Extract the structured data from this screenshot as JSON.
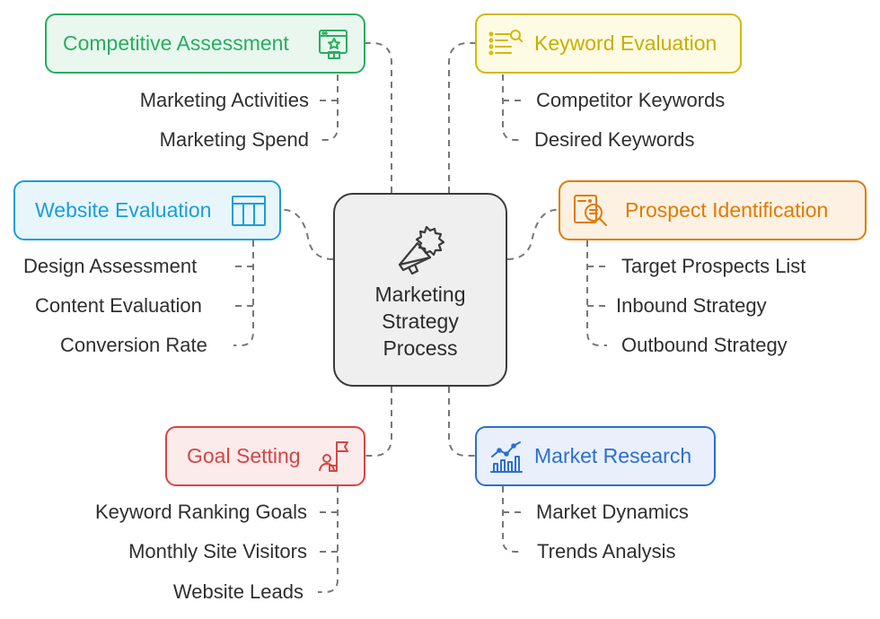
{
  "center": {
    "title_lines": [
      "Marketing",
      "Strategy",
      "Process"
    ],
    "icon": "megaphone-icon"
  },
  "colors": {
    "competitive": "#27ae60",
    "keyword": "#d4b800",
    "website": "#1a9ed8",
    "prospect": "#e07b00",
    "goal": "#d64545",
    "market": "#2b6fd1",
    "connector": "#777777"
  },
  "branches": {
    "competitive": {
      "title": "Competitive Assessment",
      "icon": "competitor-award-icon",
      "items": [
        "Marketing Activities",
        "Marketing Spend"
      ]
    },
    "keyword": {
      "title": "Keyword Evaluation",
      "icon": "list-search-icon",
      "items": [
        "Competitor Keywords",
        "Desired Keywords"
      ]
    },
    "website": {
      "title": "Website Evaluation",
      "icon": "table-layout-icon",
      "items": [
        "Design Assessment",
        "Content Evaluation",
        "Conversion Rate"
      ]
    },
    "prospect": {
      "title": "Prospect Identification",
      "icon": "document-search-icon",
      "items": [
        "Target Prospects List",
        "Inbound Strategy",
        "Outbound Strategy"
      ]
    },
    "goal": {
      "title": "Goal Setting",
      "icon": "person-flag-icon",
      "items": [
        "Keyword Ranking Goals",
        "Monthly Site Visitors",
        "Website Leads"
      ]
    },
    "market": {
      "title": "Market Research",
      "icon": "chart-trend-icon",
      "items": [
        "Market Dynamics",
        "Trends Analysis"
      ]
    }
  }
}
